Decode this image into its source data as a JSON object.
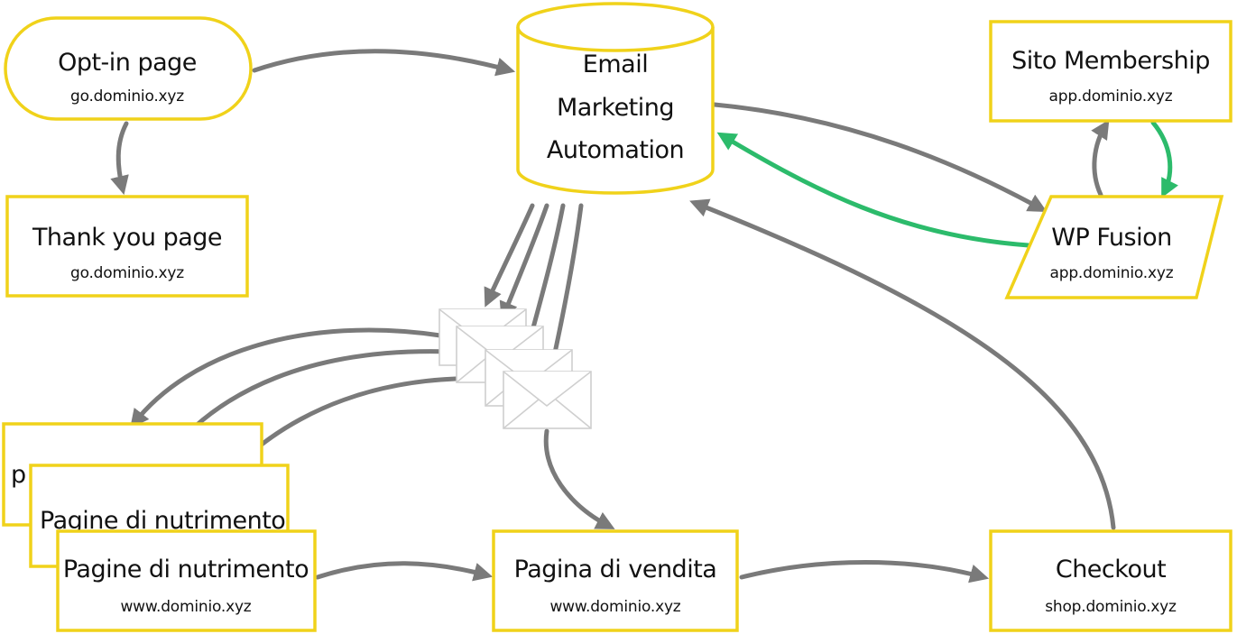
{
  "colors": {
    "box_border": "#f0d21a",
    "arrow": "#7a7a7a",
    "arrow_sync": "#2cbb6b",
    "envelope": "#cfcfcf",
    "text": "#111111"
  },
  "nodes": {
    "optin": {
      "title": "Opt-in page",
      "subtitle": "go.dominio.xyz"
    },
    "thankyou": {
      "title": "Thank you page",
      "subtitle": "go.dominio.xyz"
    },
    "ema": {
      "line1": "Email",
      "line2": "Marketing",
      "line3": "Automation"
    },
    "membership": {
      "title": "Sito Membership",
      "subtitle": "app.dominio.xyz"
    },
    "wpfusion": {
      "title": "WP Fusion",
      "subtitle": "app.dominio.xyz"
    },
    "nurture_back1": {
      "title": "p"
    },
    "nurture_back2": {
      "title": "Pagine di nutrimento"
    },
    "nurture": {
      "title": "Pagine di nutrimento",
      "subtitle": "www.dominio.xyz"
    },
    "sales": {
      "title": "Pagina di vendita",
      "subtitle": "www.dominio.xyz"
    },
    "checkout": {
      "title": "Checkout",
      "subtitle": "shop.dominio.xyz"
    }
  },
  "envelopes": {
    "count": 4,
    "icon": "envelope-icon"
  }
}
